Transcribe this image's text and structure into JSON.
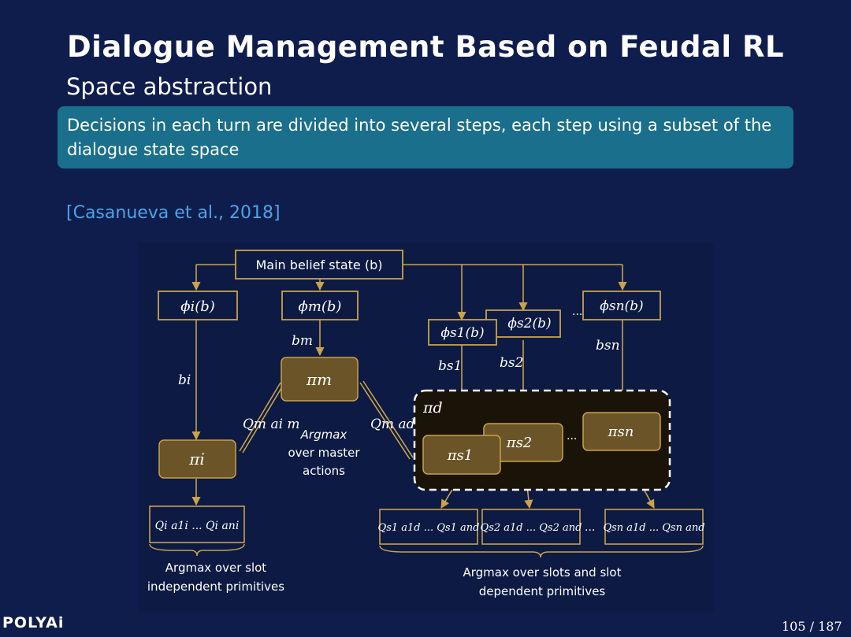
{
  "slide": {
    "title": "Dialogue Management Based on Feudal RL",
    "subtitle": "Space abstraction",
    "block_text": "Decisions in each turn are divided into several steps, each step using a subset of the dialogue state space",
    "citation": "[Casanueva et al., 2018]",
    "page": "105 / 187",
    "logo": "POLYAi"
  },
  "diagram": {
    "main_state": "Main belief state (b)",
    "phi_i": "ϕi(b)",
    "phi_m": "ϕm(b)",
    "phi_s1": "ϕs1(b)",
    "phi_s2": "ϕs2(b)",
    "phi_sn": "ϕsn(b)",
    "ellipsis": "...",
    "b_m": "bm",
    "b_i": "bi",
    "b_s1": "bs1",
    "b_s2": "bs2",
    "b_sn": "bsn",
    "pi_m": "πm",
    "pi_i": "πi",
    "pi_d": "πd",
    "pi_s1": "πs1",
    "pi_s2": "πs2",
    "pi_sn": "πsn",
    "q_ai": "Qm ai m",
    "q_ad": "Qm ad m",
    "argmax_master": [
      "Argmax",
      "over master",
      "actions"
    ],
    "q_i": "Qi a1i ... Qi ani",
    "q_s1": "Qs1 a1d ... Qs1 and",
    "q_s2": "Qs2 a1d ... Qs2 and",
    "q_sn": "Qsn a1d ... Qsn and",
    "caption_left": [
      "Argmax over slot",
      "independent primitives"
    ],
    "caption_right": [
      "Argmax over slots and slot",
      "dependent primitives"
    ]
  },
  "colors": {
    "background": "#0f1d4d",
    "block": "#1a6f8c",
    "citation": "#4fa3e6",
    "policy_box": "#6b5427",
    "outline": "#c9a24a"
  }
}
